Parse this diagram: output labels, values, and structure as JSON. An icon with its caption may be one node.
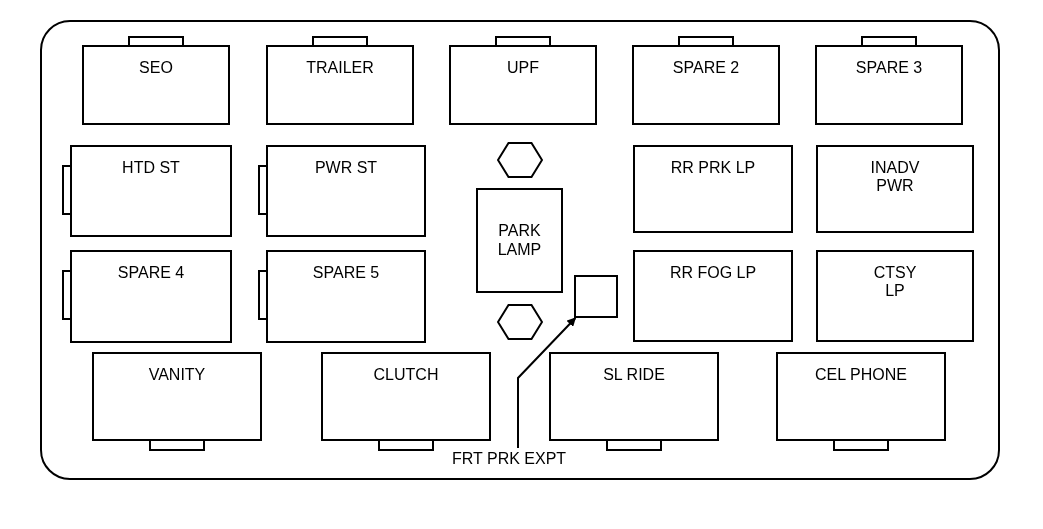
{
  "diagram": {
    "nodes": [
      {
        "text": [
          "SEO"
        ]
      },
      {
        "text": [
          "TRAILER"
        ]
      },
      {
        "text": [
          "UPF"
        ]
      },
      {
        "text": [
          "SPARE 2"
        ]
      },
      {
        "text": [
          "SPARE 3"
        ]
      },
      {
        "text": [],
        "shape": "hexagon"
      },
      {
        "text": [
          "HTD ST"
        ]
      },
      {
        "text": [
          "PWR ST"
        ]
      },
      {
        "text": [
          "RR PRK LP"
        ]
      },
      {
        "text": [
          "INADV PWR"
        ]
      },
      {
        "text": [
          "PARK LAMP"
        ]
      },
      {
        "text": [
          "SPARE 4"
        ]
      },
      {
        "text": [
          "SPARE 5"
        ]
      },
      {
        "text": [
          "RR FOG LP"
        ]
      },
      {
        "text": [
          "CTSY LP"
        ]
      },
      {
        "text": [],
        "shape": "box"
      },
      {
        "text": [],
        "shape": "hexagon"
      },
      {
        "text": [
          "VANITY"
        ]
      },
      {
        "text": [
          "CLUTCH"
        ]
      },
      {
        "text": [
          "SL RIDE"
        ]
      },
      {
        "text": [
          "CEL PHONE"
        ]
      },
      {
        "text": [
          "FRT PRK EXPT"
        ]
      }
    ],
    "edges": [
      {
        "from": 21,
        "to": 15,
        "arrow": "to"
      }
    ]
  }
}
